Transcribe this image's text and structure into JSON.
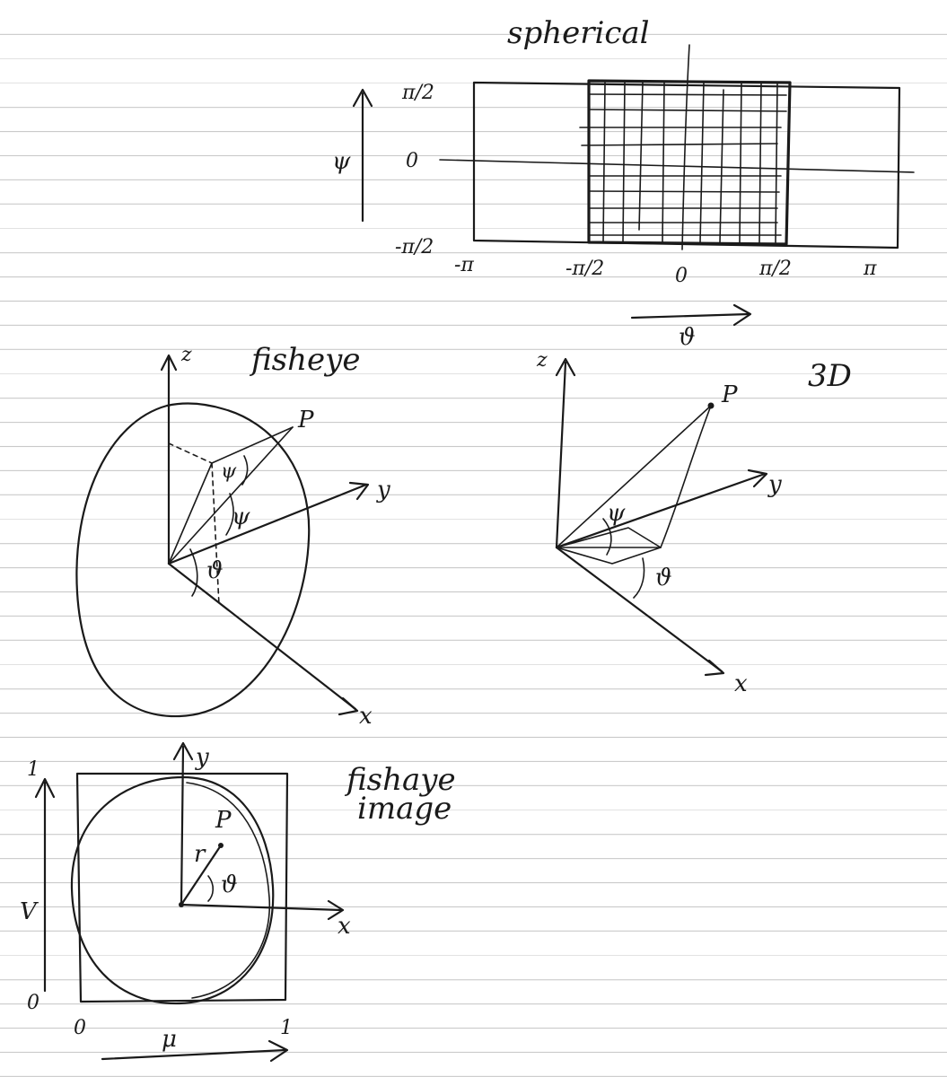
{
  "spherical": {
    "title": "spherical",
    "psi_axis": "ψ",
    "theta_axis": "ϑ",
    "y_ticks": [
      "π/2",
      "0",
      "-π/2"
    ],
    "x_ticks": [
      "-π",
      "-π/2",
      "0",
      "π/2",
      "π"
    ]
  },
  "fisheye": {
    "title": "fisheye",
    "axis_z": "z",
    "axis_y": "y",
    "axis_x": "x",
    "point": "P",
    "psi": "ψ",
    "theta": "ϑ",
    "small_psi": "ψ"
  },
  "three_d": {
    "title": "3D",
    "axis_z": "z",
    "axis_y": "y",
    "axis_x": "x",
    "point": "P",
    "psi": "ψ",
    "theta": "ϑ"
  },
  "fisheye_image": {
    "title_line1": "fishaye",
    "title_line2": "image",
    "axis_y": "y",
    "axis_x": "x",
    "point": "P",
    "radius": "r",
    "theta": "ϑ",
    "v_axis": "V",
    "u_axis": "μ",
    "v_top": "1",
    "v_bottom": "0",
    "u_left": "0",
    "u_right": "1"
  }
}
